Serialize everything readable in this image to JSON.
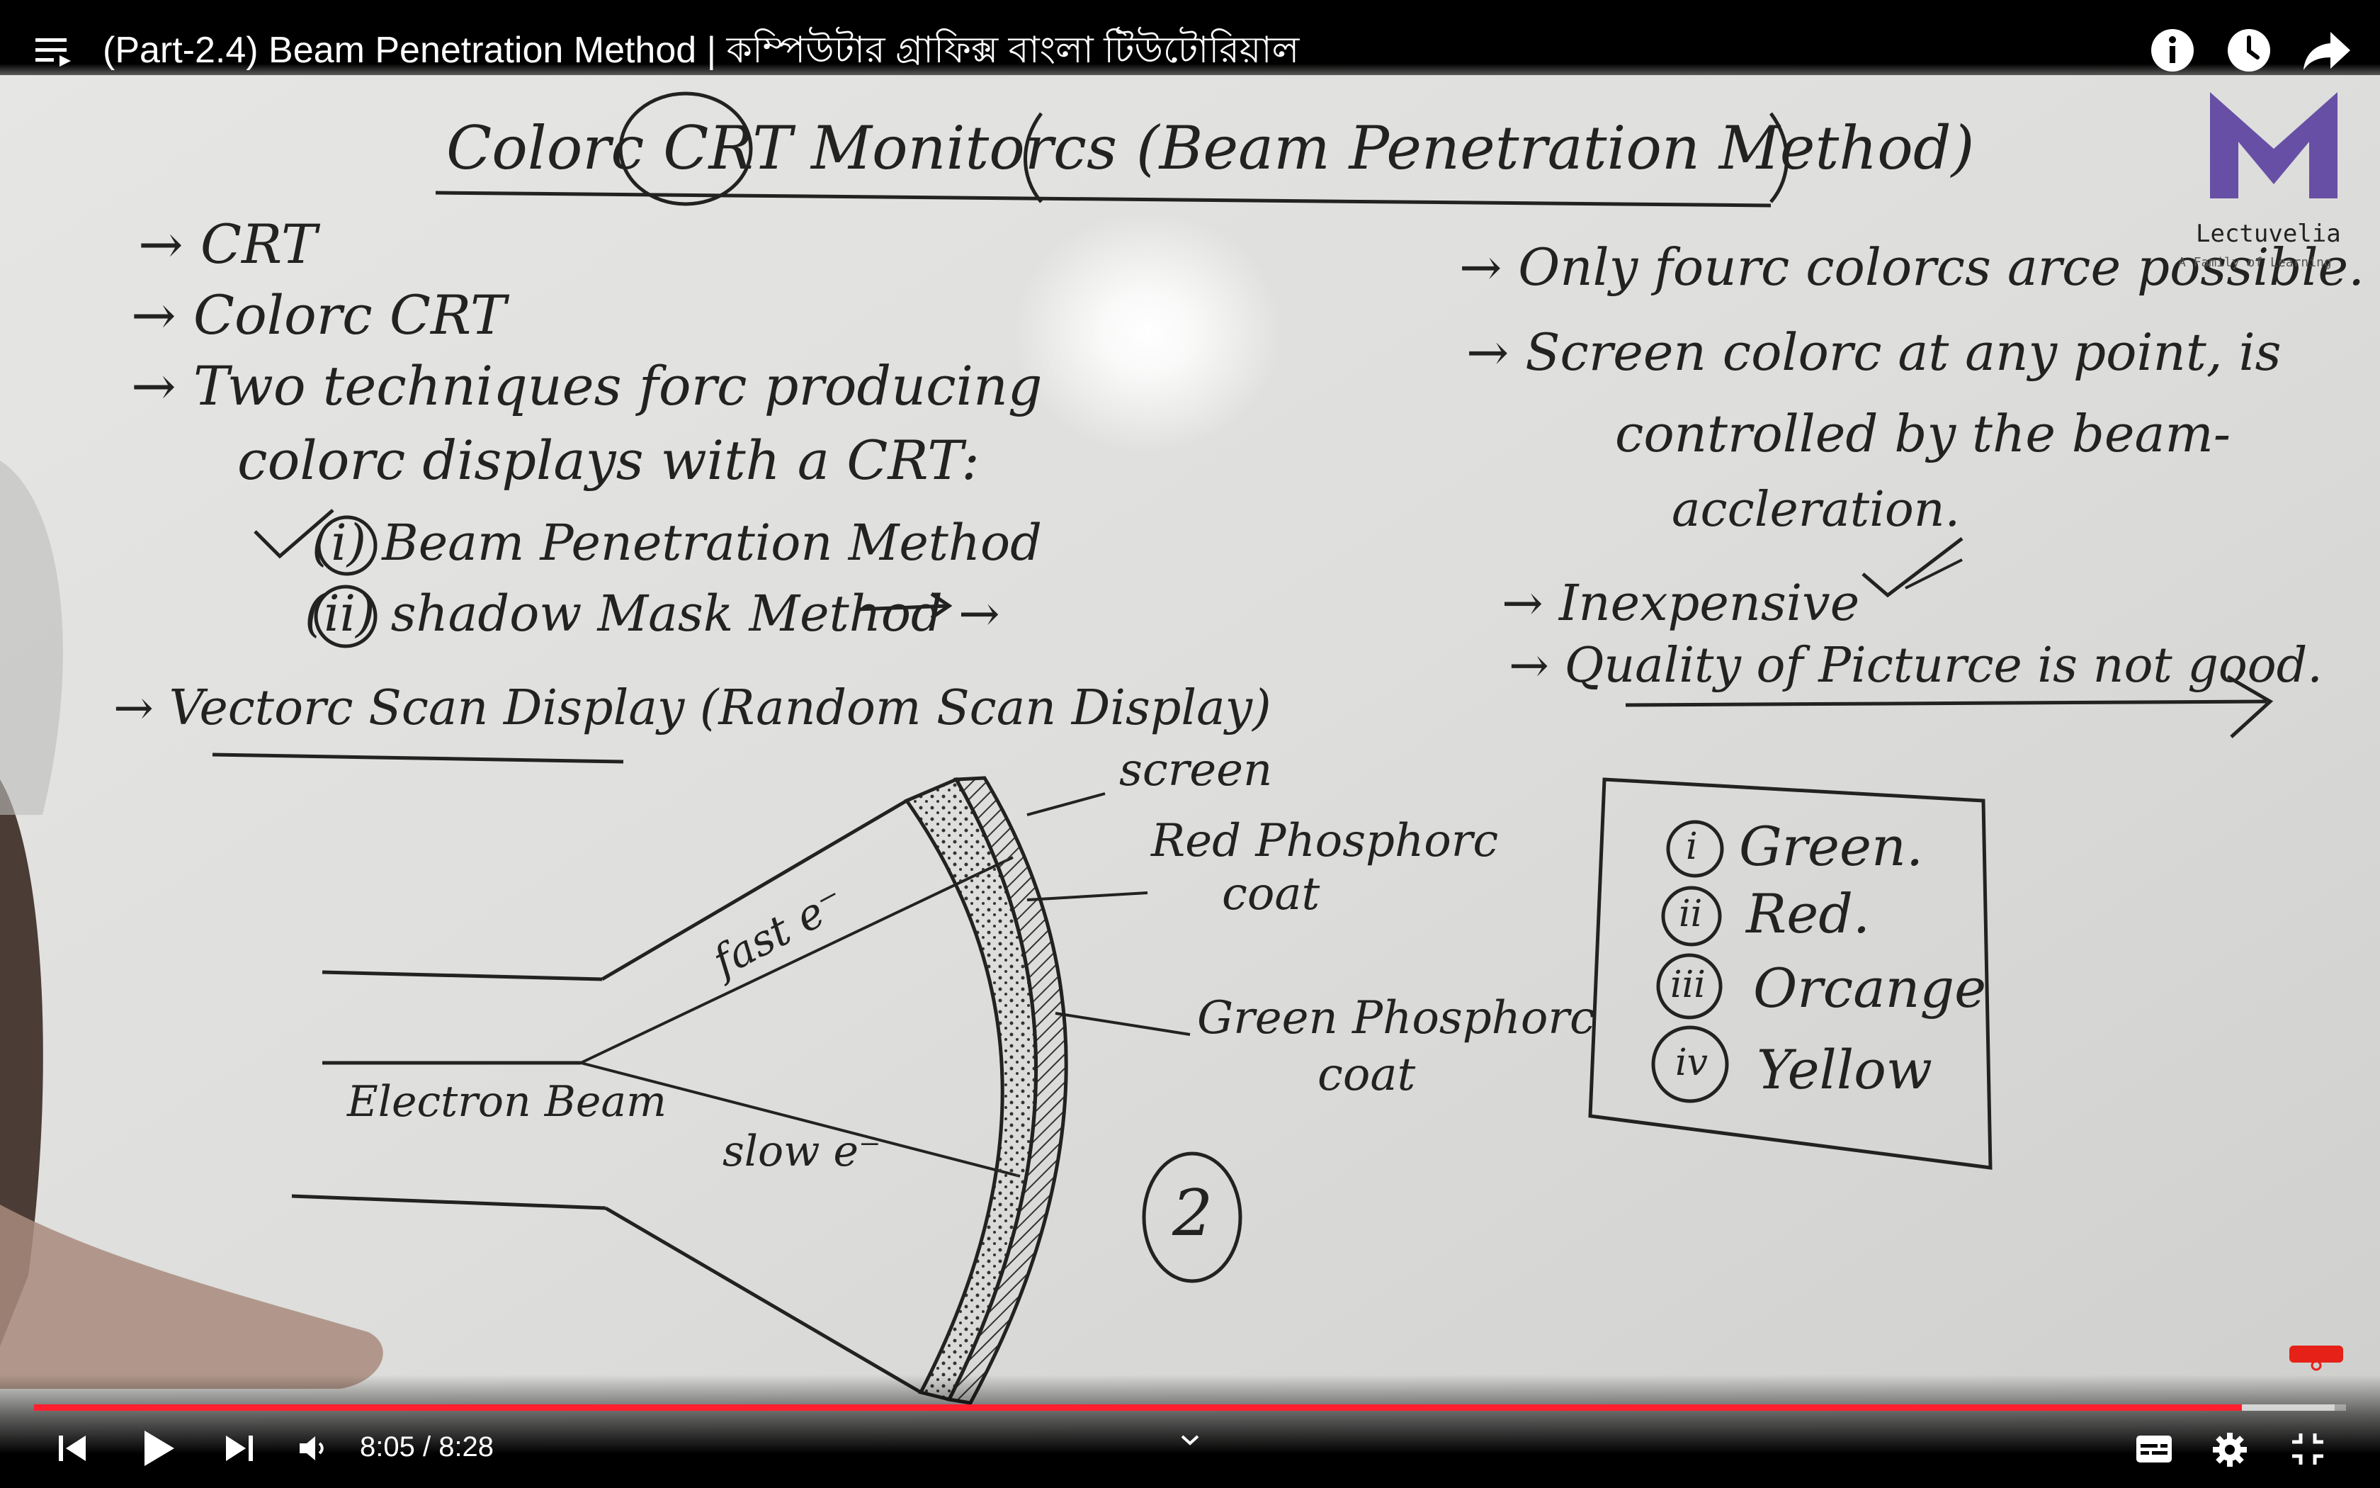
{
  "window": {
    "title": "(Part-2.4) Beam Penetration Method | কম্পিউটার গ্রাফিক্স বাংলা টিউটোরিয়াল"
  },
  "player": {
    "time_display": "8:05 / 8:28",
    "progress": 0.955,
    "buffered": 0.995,
    "accent_color": "#ff1f2e",
    "icons": {
      "playlist": "playlist-icon",
      "info": "info-icon",
      "watch_later": "clock-icon",
      "share": "share-icon",
      "previous": "previous-icon",
      "play": "play-icon",
      "next": "next-icon",
      "volume": "volume-icon",
      "chevron": "chevron-down-icon",
      "subtitles": "subtitles-icon",
      "settings": "gear-icon",
      "fullscreen": "exit-fullscreen-icon"
    }
  },
  "board": {
    "heading": "Colorc CRT Monitorcs (Beam Penetration Method)",
    "left_notes": [
      "→ CRT",
      "→ Colorc CRT",
      "→ Two techniques forc producing",
      "colorc displays with a CRT:",
      "(i) Beam Penetration Method",
      "(ii) shadow Mask Method →",
      "→ Vectorc Scan Display (Random Scan Display)"
    ],
    "right_notes": [
      "→ Only fourc colorcs arce possible.",
      "→ Screen colorc at any point, is",
      "controlled by the beam-",
      "accleration.",
      "→ Inexpensive",
      "→ Quality of Picturce is not good."
    ],
    "diagram_labels": {
      "screen": "screen",
      "red_phosphor": "Red Phosphorc",
      "red_coat": "coat",
      "green_phosphor": "Green Phosphorc",
      "green_coat": "coat",
      "fast": "fast e⁻",
      "slow": "slow e⁻",
      "electron_beam": "Electron Beam",
      "page_number": "2"
    },
    "colors_box": [
      {
        "num": "i",
        "label": "Green."
      },
      {
        "num": "ii",
        "label": "Red."
      },
      {
        "num": "iii",
        "label": "Orcange"
      },
      {
        "num": "iv",
        "label": "Yellow"
      }
    ],
    "logo": {
      "name": "Lectuvelia",
      "tagline": "A Family of Learning"
    }
  }
}
